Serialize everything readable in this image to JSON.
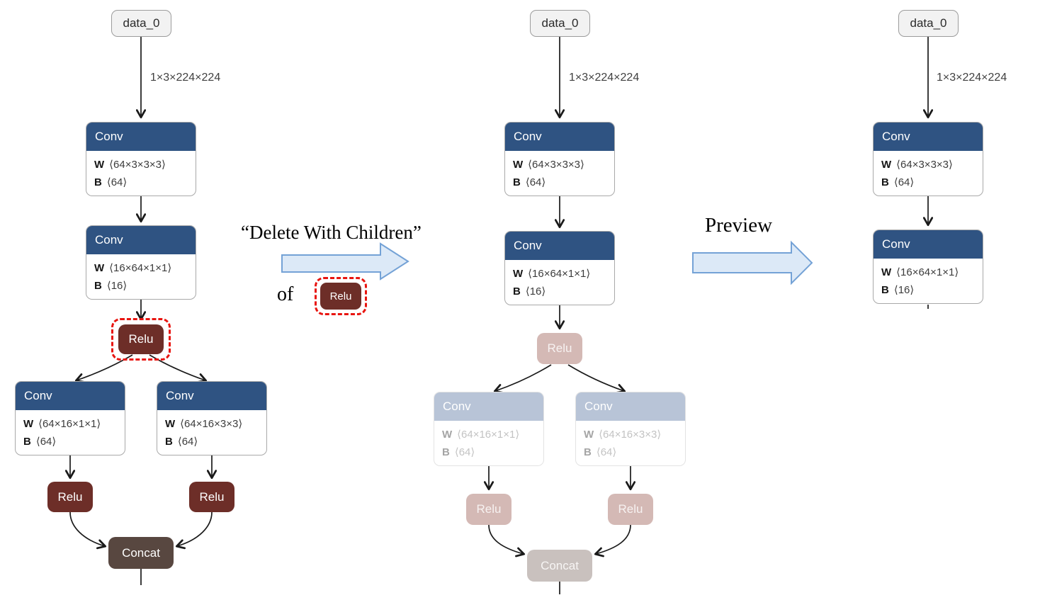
{
  "colors": {
    "conv_header": "#2F5382",
    "relu_fill": "#6D2E28",
    "concat_fill": "#584740",
    "faded_conv_header": "#B8C4D7",
    "faded_relu_fill": "#D4B9B5",
    "faded_concat_fill": "#C9C1BE",
    "highlight_red": "#E8140F",
    "block_arrow_fill": "#DCE9F7",
    "block_arrow_stroke": "#74A2D6",
    "data_node_fill": "#F2F2F2",
    "edge_color": "#1A1A1A"
  },
  "annotations": {
    "action_title": "“Delete With Children”",
    "action_of": "of",
    "action_chip_label": "Relu",
    "preview_title": "Preview"
  },
  "left": {
    "data_node": "data_0",
    "edge_label": "1×3×224×224",
    "conv1": {
      "title": "Conv",
      "w_key": "W",
      "w_val": "⟨64×3×3×3⟩",
      "b_key": "B",
      "b_val": "⟨64⟩"
    },
    "conv2": {
      "title": "Conv",
      "w_key": "W",
      "w_val": "⟨16×64×1×1⟩",
      "b_key": "B",
      "b_val": "⟨16⟩"
    },
    "relu_top": "Relu",
    "conv_left": {
      "title": "Conv",
      "w_key": "W",
      "w_val": "⟨64×16×1×1⟩",
      "b_key": "B",
      "b_val": "⟨64⟩"
    },
    "conv_right": {
      "title": "Conv",
      "w_key": "W",
      "w_val": "⟨64×16×3×3⟩",
      "b_key": "B",
      "b_val": "⟨64⟩"
    },
    "relu_left": "Relu",
    "relu_right": "Relu",
    "concat": "Concat"
  },
  "middle": {
    "data_node": "data_0",
    "edge_label": "1×3×224×224",
    "conv1": {
      "title": "Conv",
      "w_key": "W",
      "w_val": "⟨64×3×3×3⟩",
      "b_key": "B",
      "b_val": "⟨64⟩"
    },
    "conv2": {
      "title": "Conv",
      "w_key": "W",
      "w_val": "⟨16×64×1×1⟩",
      "b_key": "B",
      "b_val": "⟨16⟩"
    },
    "relu_top": "Relu",
    "conv_left": {
      "title": "Conv",
      "w_key": "W",
      "w_val": "⟨64×16×1×1⟩",
      "b_key": "B",
      "b_val": "⟨64⟩"
    },
    "conv_right": {
      "title": "Conv",
      "w_key": "W",
      "w_val": "⟨64×16×3×3⟩",
      "b_key": "B",
      "b_val": "⟨64⟩"
    },
    "relu_left": "Relu",
    "relu_right": "Relu",
    "concat": "Concat"
  },
  "right": {
    "data_node": "data_0",
    "edge_label": "1×3×224×224",
    "conv1": {
      "title": "Conv",
      "w_key": "W",
      "w_val": "⟨64×3×3×3⟩",
      "b_key": "B",
      "b_val": "⟨64⟩"
    },
    "conv2": {
      "title": "Conv",
      "w_key": "W",
      "w_val": "⟨16×64×1×1⟩",
      "b_key": "B",
      "b_val": "⟨16⟩"
    }
  }
}
